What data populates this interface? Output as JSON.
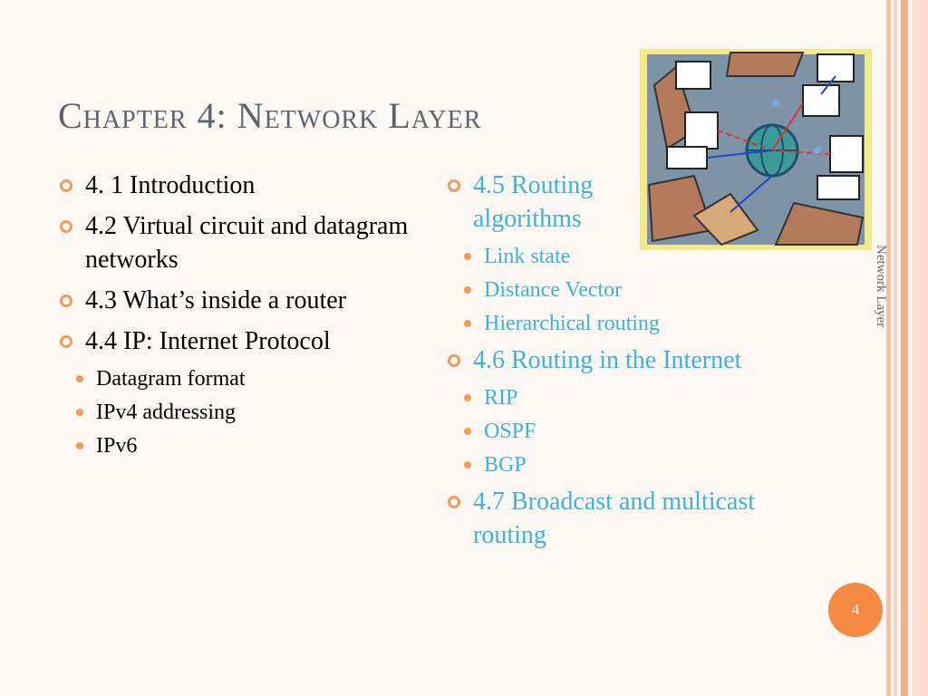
{
  "slide": {
    "title": "Chapter 4: Network Layer",
    "side_label": "Network Layer",
    "page_number": "4"
  },
  "left_items": [
    {
      "text": "4. 1 Introduction"
    },
    {
      "text": "4.2 Virtual circuit and datagram networks"
    },
    {
      "text": "4.3 What’s inside a router"
    },
    {
      "text": "4.4 IP: Internet Protocol"
    }
  ],
  "left_sub": [
    "Datagram format",
    "IPv4 addressing",
    "IPv6"
  ],
  "right_items": [
    {
      "text": "4.5 Routing algorithms"
    },
    {
      "text": "4.6 Routing in the Internet"
    },
    {
      "text": "4.7 Broadcast and multicast routing"
    }
  ],
  "right_sub_1": [
    "Link state",
    "Distance Vector",
    "Hierarchical routing"
  ],
  "right_sub_2": [
    "RIP",
    "OSPF",
    "BGP"
  ],
  "colors": {
    "title": "#5c6470",
    "accent_orange": "#f39b5a",
    "right_text": "#3bb3e0",
    "page_circle": "#f58a42"
  },
  "icons": {
    "bullet": "ring-bullet-icon",
    "sub_bullet": "dot-bullet-icon",
    "clipart": "network-globe-clipart"
  }
}
